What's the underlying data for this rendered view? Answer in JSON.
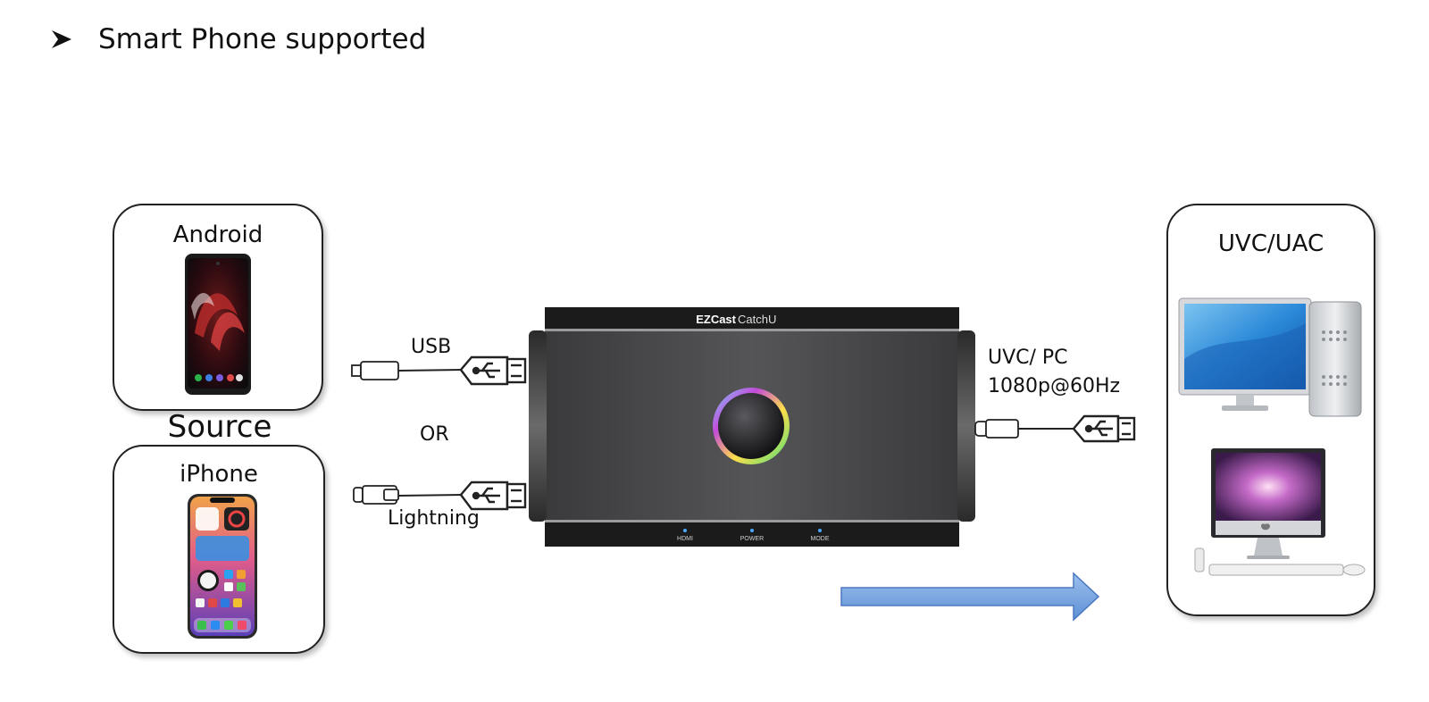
{
  "heading": "Smart Phone supported",
  "source": {
    "label": "Source",
    "android": {
      "title": "Android"
    },
    "iphone": {
      "title": "iPhone"
    }
  },
  "cables": {
    "usb": "USB",
    "or": "OR",
    "lightning": "Lightning"
  },
  "device": {
    "brand": "EZCast",
    "model": "CatchU",
    "indicators": [
      "HDMI",
      "POWER",
      "MODE"
    ]
  },
  "output": {
    "line1": "UVC/ PC",
    "line2": "1080p@60Hz"
  },
  "target": {
    "title": "UVC/UAC"
  },
  "colors": {
    "flow_arrow": "#7fa7dd",
    "ring_accent": "#c44ad8"
  }
}
